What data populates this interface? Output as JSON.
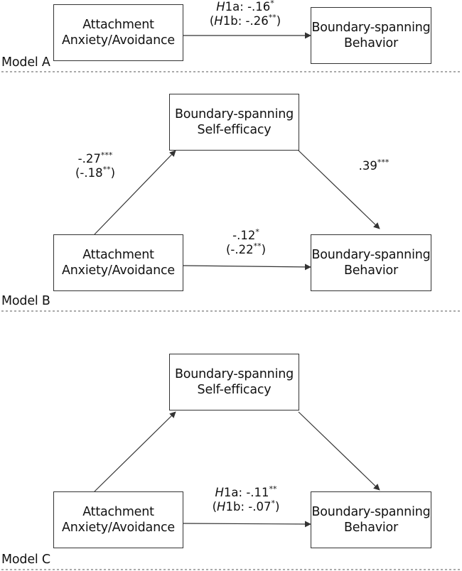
{
  "model_a": {
    "title": "Model A",
    "predictor": [
      "Attachment",
      "Anxiety/Avoidance"
    ],
    "outcome": [
      "Boundary-spanning",
      "Behavior"
    ],
    "path_c": {
      "line1": {
        "hyp": "H",
        "hypnum": "1a: ",
        "val": "-.16",
        "sig": "*"
      },
      "line2": {
        "open": "(",
        "hyp": "H",
        "hypnum": "1b: ",
        "val": "-.26",
        "sig": "**",
        "close": ")"
      }
    }
  },
  "model_b": {
    "title": "Model B",
    "predictor": [
      "Attachment",
      "Anxiety/Avoidance"
    ],
    "mediator": [
      "Boundary-spanning",
      "Self-efficacy"
    ],
    "outcome": [
      "Boundary-spanning",
      "Behavior"
    ],
    "path_a": {
      "val1": "-.27",
      "sig1": "***",
      "val2": "(-.18",
      "sig2": "**",
      "close2": ")"
    },
    "path_b": {
      "val": ".39",
      "sig": "***"
    },
    "path_c": {
      "val1": "-.12",
      "sig1": "*",
      "val2": "(-.22",
      "sig2": "**",
      "close2": ")"
    }
  },
  "model_c": {
    "title": "Model C",
    "predictor": [
      "Attachment",
      "Anxiety/Avoidance"
    ],
    "mediator": [
      "Boundary-spanning",
      "Self-efficacy"
    ],
    "outcome": [
      "Boundary-spanning",
      "Behavior"
    ],
    "path_c": {
      "line1": {
        "hyp": "H",
        "hypnum": "1a: ",
        "val": "-.11",
        "sig": "**"
      },
      "line2": {
        "open": "(",
        "hyp": "H",
        "hypnum": "1b: ",
        "val": "-.07",
        "sig": "*",
        "close": ")"
      }
    }
  },
  "colors": {
    "line": "#333333",
    "text": "#111111",
    "divider": "#555555"
  }
}
